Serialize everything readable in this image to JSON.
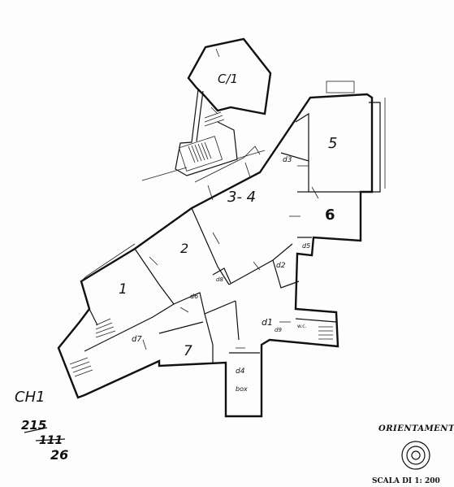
{
  "plan": {
    "rooms": [
      {
        "id": "c1",
        "label": "C/1"
      },
      {
        "id": "r5",
        "label": "5"
      },
      {
        "id": "r34",
        "label": "3- 4"
      },
      {
        "id": "r6",
        "label": "6"
      },
      {
        "id": "r2",
        "label": "2"
      },
      {
        "id": "r1",
        "label": "1"
      },
      {
        "id": "r7",
        "label": "7"
      },
      {
        "id": "d1",
        "label": "d1"
      },
      {
        "id": "d2",
        "label": "d2"
      },
      {
        "id": "d3",
        "label": "d3"
      },
      {
        "id": "d4",
        "label": "d4"
      },
      {
        "id": "d5",
        "label": "d5"
      },
      {
        "id": "d6",
        "label": "d6"
      },
      {
        "id": "d7",
        "label": "d7"
      },
      {
        "id": "d8",
        "label": "d8"
      },
      {
        "id": "d9",
        "label": "d9"
      },
      {
        "id": "box",
        "label": "box"
      }
    ],
    "wc_label": "w.c."
  },
  "annotation": {
    "code": "CH1",
    "line1": "215",
    "line2": "111",
    "line3": "26"
  },
  "legend": {
    "orientation_title": "ORIENTAMENTO",
    "scale_label": "SCALA DI 1: 200"
  }
}
